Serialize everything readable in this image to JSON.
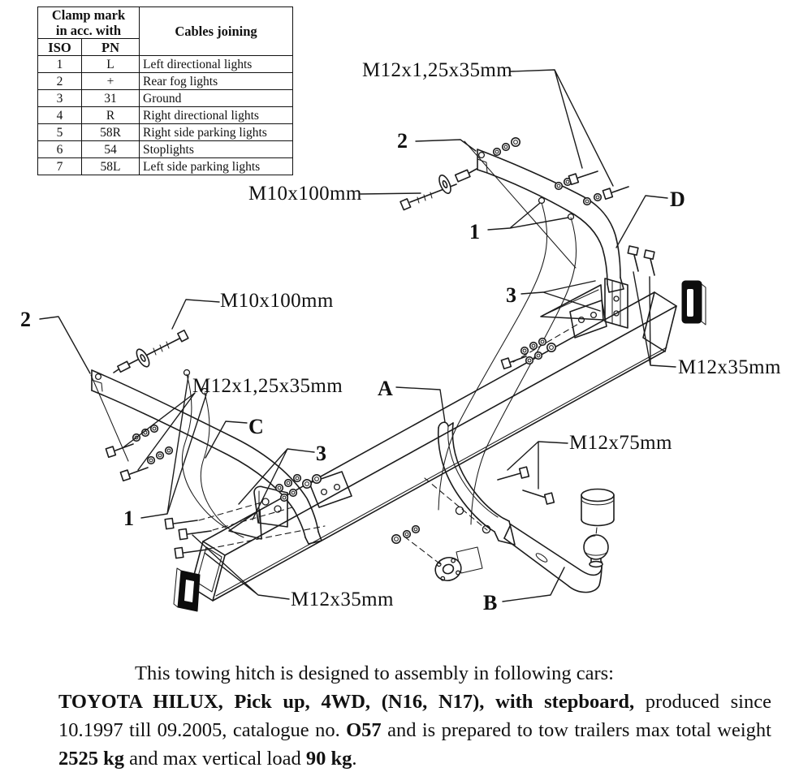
{
  "colors": {
    "ink": "#1c1c1c",
    "paper": "#ffffff"
  },
  "table": {
    "header_group_line1": "Clamp mark",
    "header_group_line2": "in acc. with",
    "header_cables": "Cables joining",
    "col_iso": "ISO",
    "col_pn": "PN",
    "rows": [
      {
        "iso": "1",
        "pn": "L",
        "cable": "Left directional lights"
      },
      {
        "iso": "2",
        "pn": "+",
        "cable": "Rear fog lights"
      },
      {
        "iso": "3",
        "pn": "31",
        "cable": "Ground"
      },
      {
        "iso": "4",
        "pn": "R",
        "cable": "Right directional lights"
      },
      {
        "iso": "5",
        "pn": "58R",
        "cable": "Right side parking lights"
      },
      {
        "iso": "6",
        "pn": "54",
        "cable": "Stoplights"
      },
      {
        "iso": "7",
        "pn": "58L",
        "cable": "Left side parking lights"
      }
    ]
  },
  "diagram": {
    "labels": {
      "m12_1_25x35": "M12x1,25x35mm",
      "m10x100": "M10x100mm",
      "m12x35": "M12x35mm",
      "m12x75": "M12x75mm",
      "part_a": "A",
      "part_b": "B",
      "part_c": "C",
      "part_d": "D",
      "n1": "1",
      "n2": "2",
      "n3": "3"
    }
  },
  "footer": {
    "intro": "This towing hitch is designed to assembly in following cars:",
    "seg1_bold": "TOYOTA HILUX, Pick up, 4WD, (N16, N17), with stepboard,",
    "seg2": " produced since 10.1997 till 09.2005, catalogue no. ",
    "seg3_bold": "O57",
    "seg4": " and is prepared to tow trailers max  total weight ",
    "seg5_bold": "2525 kg",
    "seg6": " and max vertical load ",
    "seg7_bold": "90 kg",
    "seg8": "."
  }
}
